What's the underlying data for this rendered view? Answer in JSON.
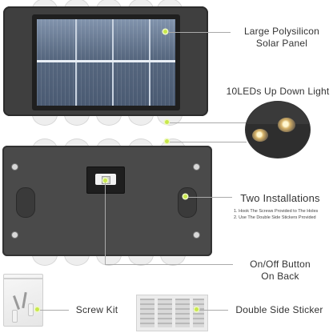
{
  "features": {
    "solar_panel": {
      "line1": "Large Polysilicon",
      "line2": "Solar Panel"
    },
    "leds": {
      "label": "10LEDs Up Down Light"
    },
    "installations": {
      "title": "Two Installations",
      "step1": "1. Hook The Screws Provided to The Holes",
      "step2": "2. Use The Double Side Stickers Provided"
    },
    "button": {
      "line1": "On/Off Button",
      "line2": "On Back"
    },
    "screw_kit": {
      "label": "Screw Kit"
    },
    "sticker": {
      "label": "Double Side Sticker"
    }
  },
  "colors": {
    "accent_dot": "#c8e84a",
    "device_body": "#3f3f3f",
    "panel_blue": "#5b6d86"
  }
}
